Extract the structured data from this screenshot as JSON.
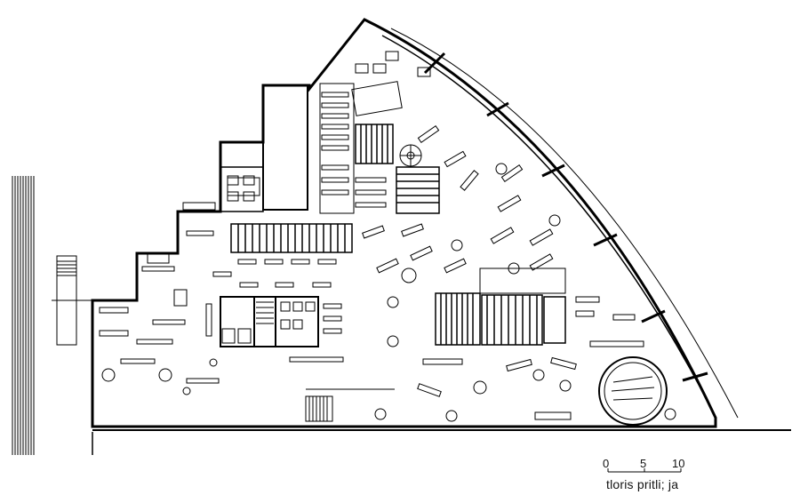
{
  "drawing": {
    "caption": "tloris pritli; ja",
    "scale_bar": {
      "labels": [
        "0",
        "5",
        "10"
      ]
    }
  }
}
